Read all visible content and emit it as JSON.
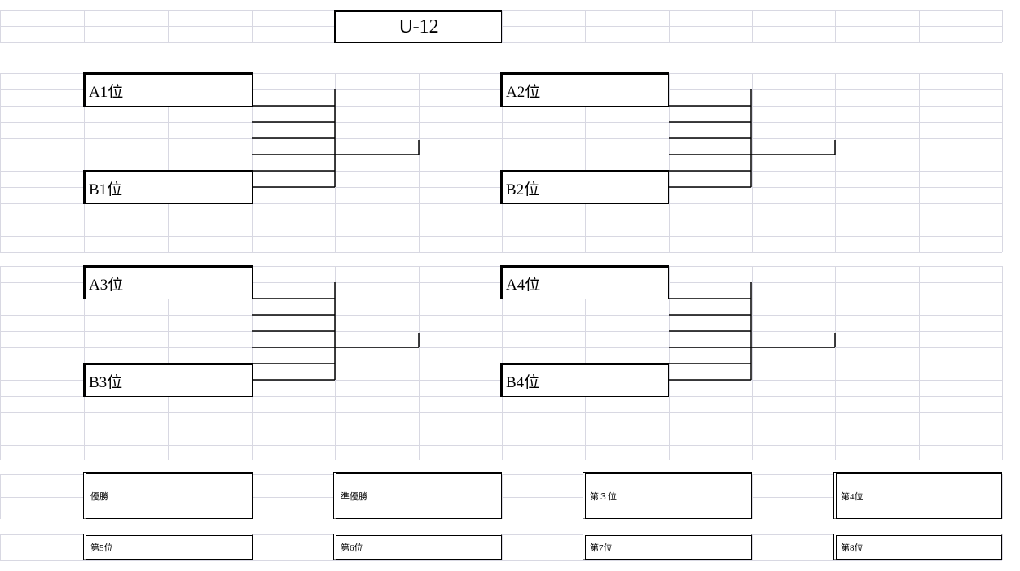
{
  "title": "U-12",
  "seeds": [
    "A1位",
    "B1位",
    "A2位",
    "B2位",
    "A3位",
    "B3位",
    "A4位",
    "B4位"
  ],
  "places": [
    "優勝",
    "準優勝",
    "第３位",
    "第4位",
    "第5位",
    "第6位",
    "第7位",
    "第8位"
  ],
  "colors": {
    "grid_line": "#d8d8e2",
    "border": "#000000",
    "background": "#ffffff"
  }
}
